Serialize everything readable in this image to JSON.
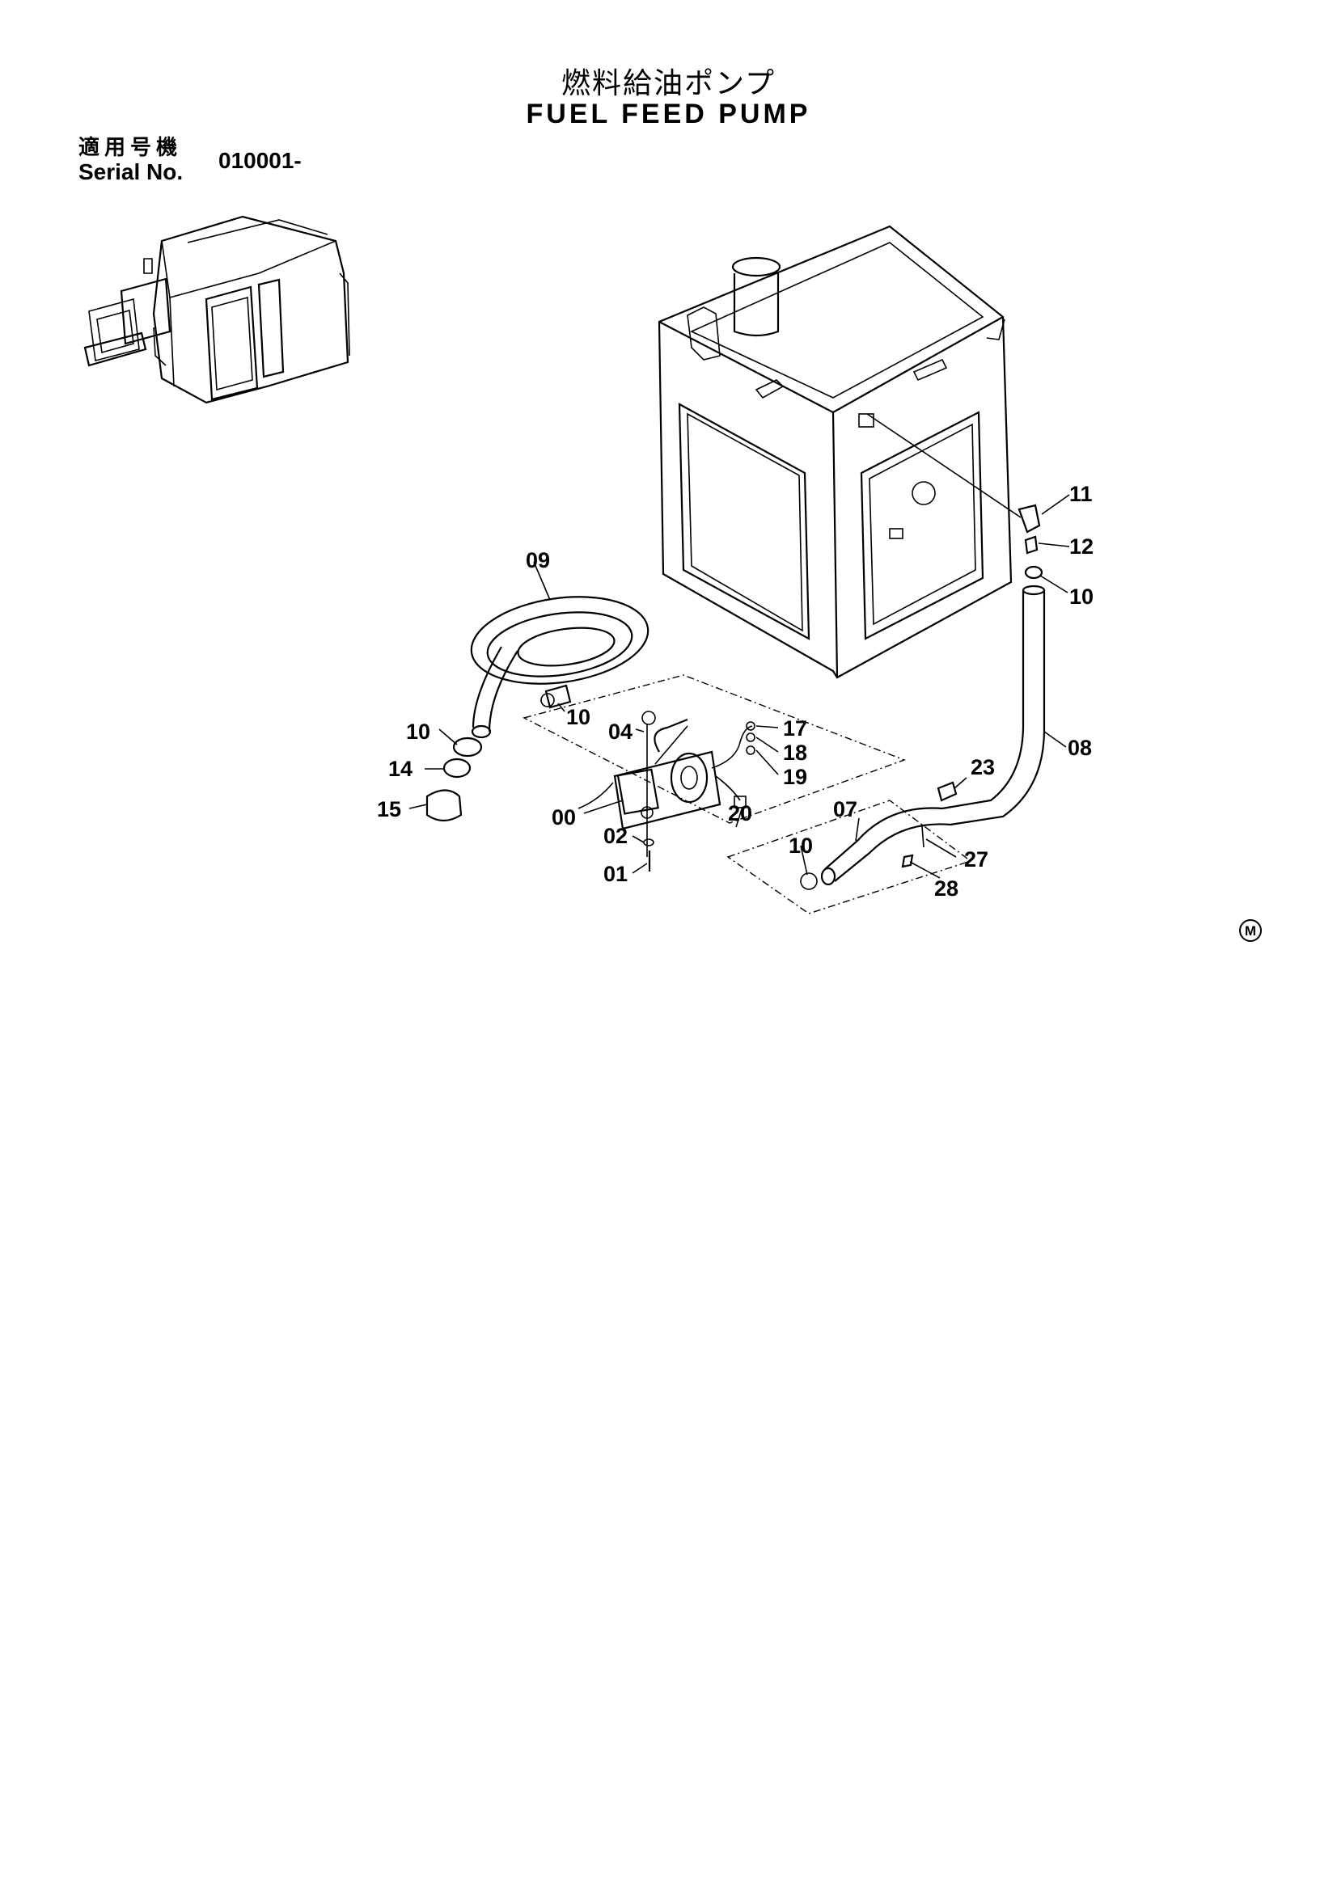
{
  "header": {
    "title_jp": "燃料給油ポンプ",
    "title_en": "FUEL FEED PUMP"
  },
  "serial": {
    "label_jp": "適用号機",
    "label_en": "Serial No.",
    "value": "010001-"
  },
  "callouts": [
    "11",
    "12",
    "10",
    "09",
    "10",
    "04",
    "17",
    "18",
    "19",
    "10",
    "14",
    "15",
    "00",
    "20",
    "02",
    "01",
    "23",
    "08",
    "07",
    "10",
    "27",
    "28"
  ],
  "footer_mark": "M"
}
